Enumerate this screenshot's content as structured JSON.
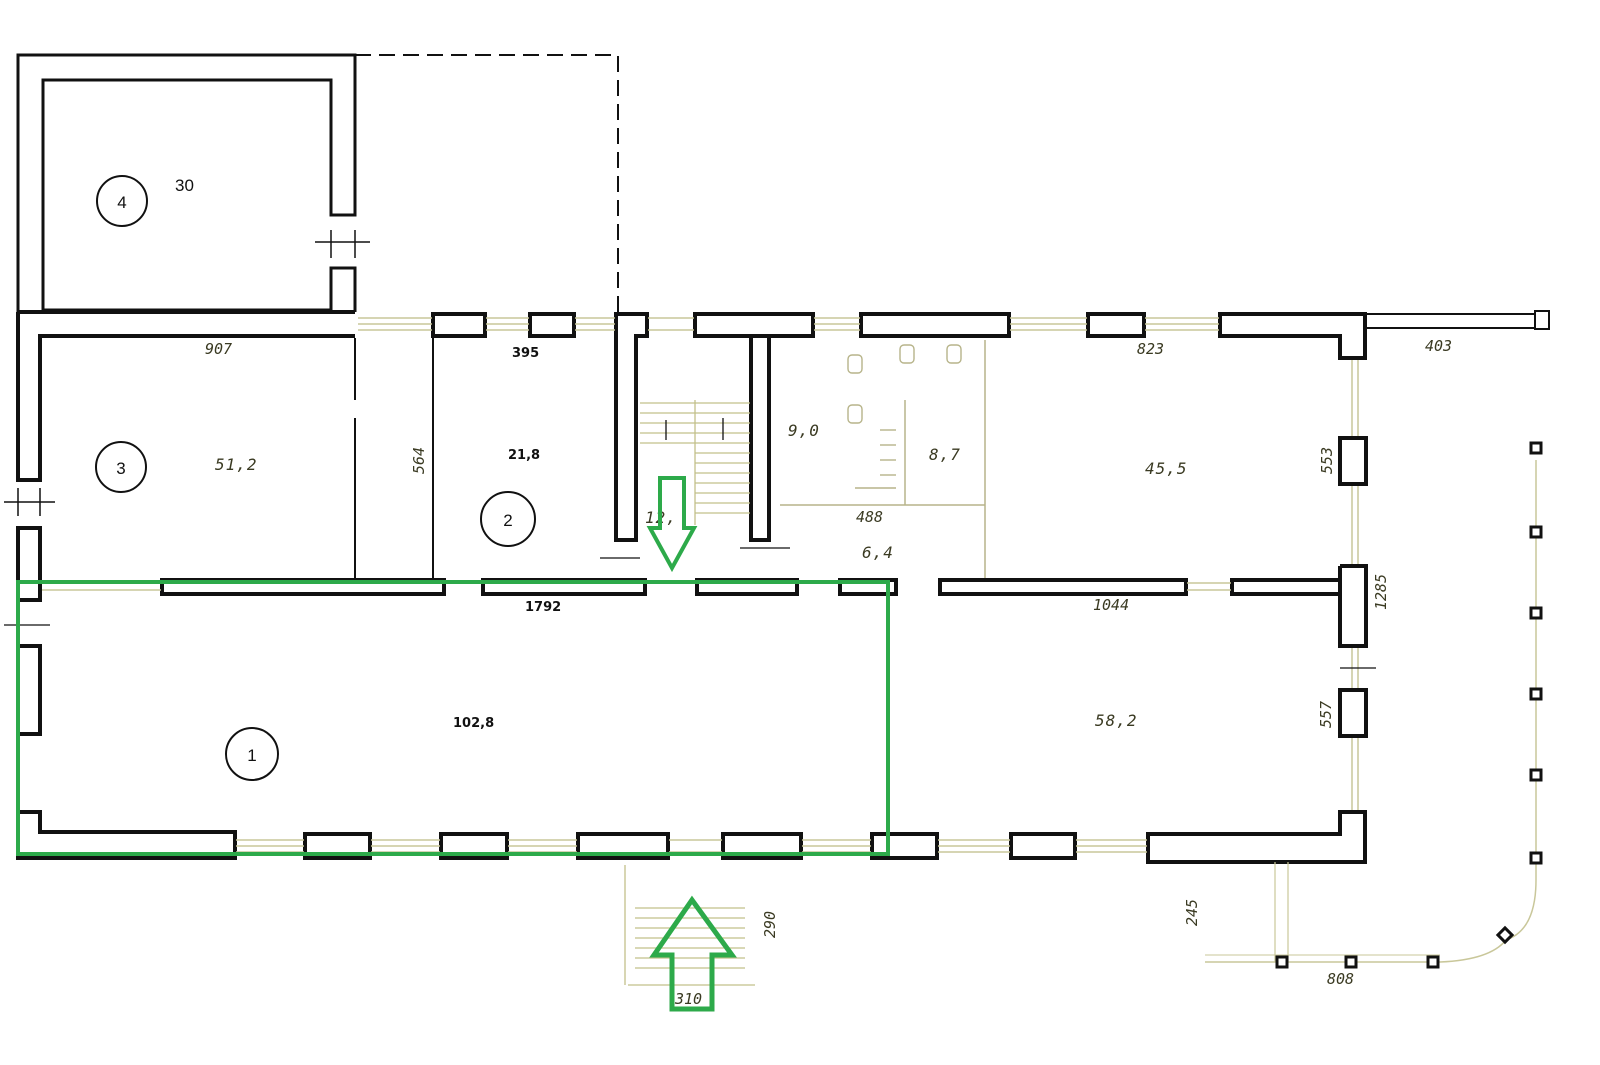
{
  "rooms": {
    "room1": {
      "number": "1",
      "area": "102,8"
    },
    "room2": {
      "number": "2",
      "area": "21,8"
    },
    "room3": {
      "number": "3",
      "area": "51,2"
    },
    "room4": {
      "number": "4",
      "area": "30"
    }
  },
  "areas": {
    "hall": "58,2",
    "east_room": "45,5",
    "wc_a": "9,0",
    "wc_b": "8,7",
    "corridor": "6,4",
    "stair": "12,"
  },
  "dimensions": {
    "d907": "907",
    "d395": "395",
    "d823": "823",
    "d403": "403",
    "d564": "564",
    "d553": "553",
    "d488": "488",
    "d1792": "1792",
    "d1044": "1044",
    "d1285": "1285",
    "d557": "557",
    "d290": "290",
    "d245": "245",
    "d808": "808",
    "d310": "310"
  },
  "colors": {
    "wall": "#111111",
    "highlight": "#2daa4a",
    "thin": "#9aa84a",
    "window": "#c9c79a"
  }
}
